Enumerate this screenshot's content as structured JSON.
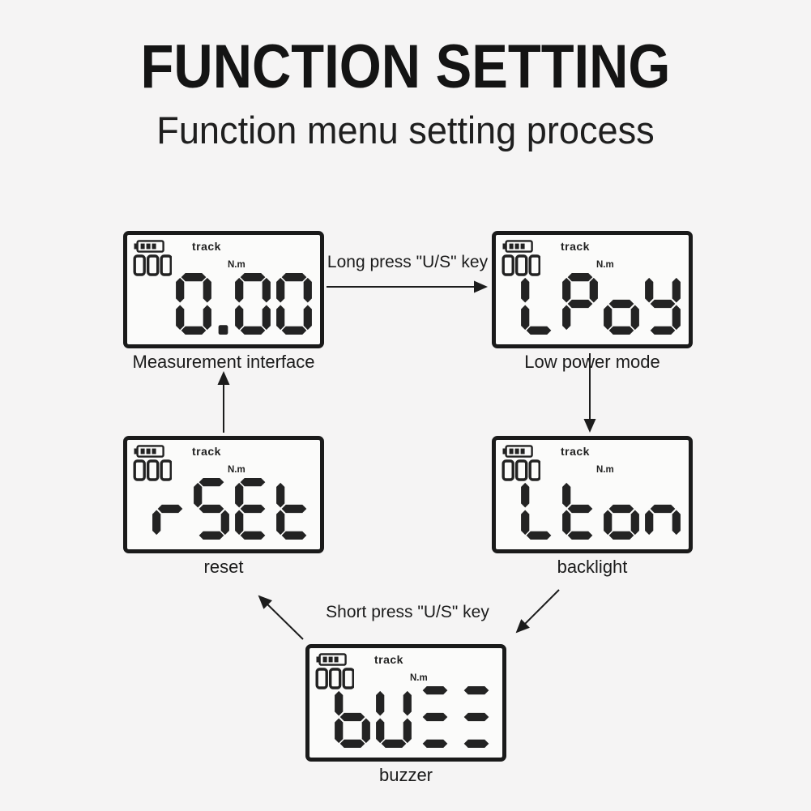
{
  "page": {
    "title": "FUNCTION SETTING",
    "subtitle": "Function menu setting process"
  },
  "flow_labels": {
    "long_press": "Long press \"U/S\" key",
    "short_press": "Short press \"U/S\" key"
  },
  "lcd_common": {
    "track_label": "track",
    "unit_label": "N.m",
    "counter_value": "000",
    "battery_icon": "battery-icon"
  },
  "displays": [
    {
      "id": "measurement",
      "value": "0.00",
      "caption": "Measurement interface"
    },
    {
      "id": "low-power",
      "value": "LPoY",
      "caption": "Low power mode"
    },
    {
      "id": "reset",
      "value": "rSEt",
      "caption": "reset"
    },
    {
      "id": "backlight",
      "value": "Lton",
      "caption": "backlight"
    },
    {
      "id": "buzzer",
      "value": "bUZZ",
      "caption": "buzzer"
    }
  ],
  "colors": {
    "ink": "#1d1d1d",
    "background": "#f5f4f4",
    "lcd_background": "#fbfbfa",
    "segment": "#232323"
  }
}
